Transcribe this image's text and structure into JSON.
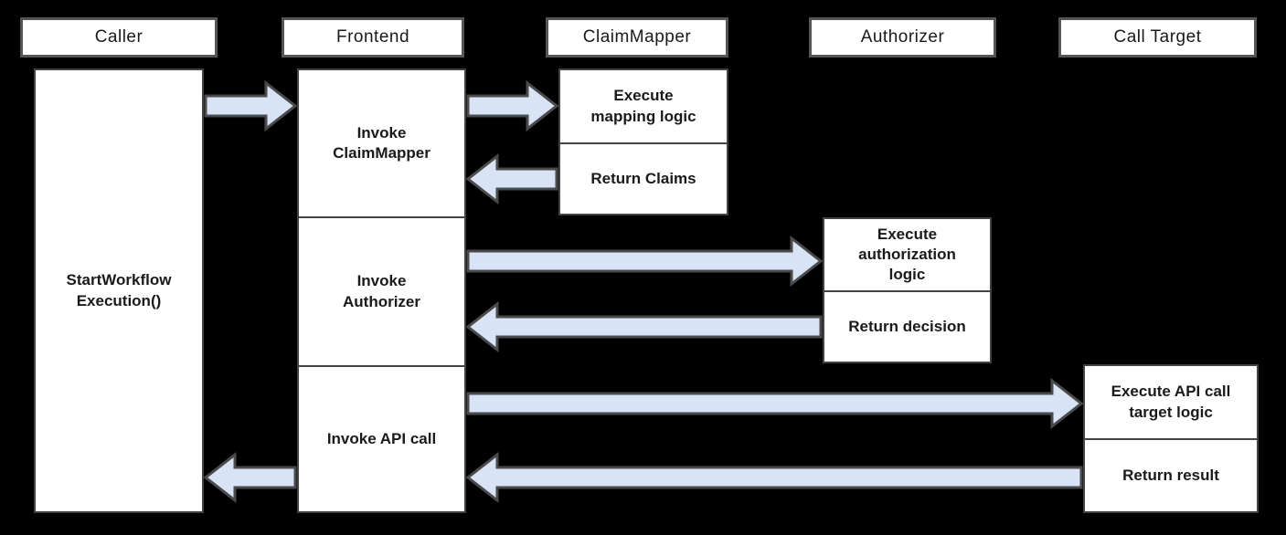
{
  "headers": {
    "caller": "Caller",
    "frontend": "Frontend",
    "claimmapper": "ClaimMapper",
    "authorizer": "Authorizer",
    "calltarget": "Call Target"
  },
  "caller": {
    "activation_label": "StartWorkflow\nExecution()"
  },
  "frontend": {
    "invoke_claimmapper": "Invoke\nClaimMapper",
    "invoke_authorizer": "Invoke\nAuthorizer",
    "invoke_api_call": "Invoke API call"
  },
  "claimmapper": {
    "execute": "Execute\nmapping logic",
    "return": "Return Claims"
  },
  "authorizer": {
    "execute": "Execute\nauthorization\nlogic",
    "return": "Return decision"
  },
  "calltarget": {
    "execute": "Execute API call\ntarget logic",
    "return": "Return result"
  },
  "arrows": [
    {
      "from": "caller",
      "to": "frontend",
      "direction": "right"
    },
    {
      "from": "frontend",
      "to": "claimmapper",
      "direction": "right"
    },
    {
      "from": "claimmapper",
      "to": "frontend",
      "direction": "left"
    },
    {
      "from": "frontend",
      "to": "authorizer",
      "direction": "right"
    },
    {
      "from": "authorizer",
      "to": "frontend",
      "direction": "left"
    },
    {
      "from": "frontend",
      "to": "calltarget",
      "direction": "right"
    },
    {
      "from": "calltarget",
      "to": "frontend",
      "direction": "left"
    },
    {
      "from": "frontend",
      "to": "caller",
      "direction": "left"
    }
  ],
  "colors": {
    "background": "#000000",
    "box_fill": "#ffffff",
    "box_border": "#434343",
    "header_border": "#555555",
    "arrow_fill": "#d8e4f6",
    "arrow_stroke": "#4a4a4a",
    "text": "#1a1a1a"
  }
}
